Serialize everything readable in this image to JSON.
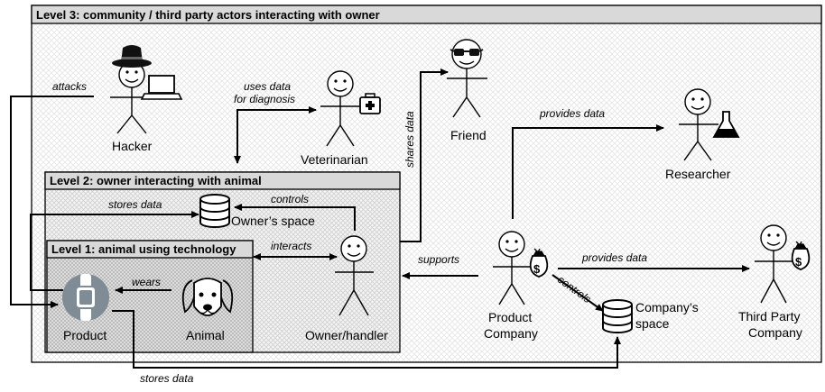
{
  "levels": {
    "level3": "Level 3: community / third party actors interacting with owner",
    "level2": "Level 2: owner interacting with animal",
    "level1": "Level 1: animal using technology"
  },
  "actors": {
    "hacker": "Hacker",
    "veterinarian": "Veterinarian",
    "friend": "Friend",
    "researcher": "Researcher",
    "owner_space": "Owner’s space",
    "owner_handler": "Owner/handler",
    "product": "Product",
    "animal": "Animal",
    "product_company_1": "Product",
    "product_company_2": "Company",
    "company_space_1": "Company’s",
    "company_space_2": "space",
    "third_party_1": "Third Party",
    "third_party_2": "Company"
  },
  "edges": {
    "attacks": "attacks",
    "uses_data_1": "uses data",
    "uses_data_2": "for diagnosis",
    "shares_data": "shares data",
    "provides_data_researcher": "provides data",
    "provides_data_third_party": "provides data",
    "stores_data_owner": "stores data",
    "controls_owner": "controls",
    "interacts": "interacts",
    "supports": "supports",
    "wears": "wears",
    "controls_company": "controls",
    "stores_data_company": "stores data"
  },
  "icons": {
    "dollar": "$",
    "plus": "+"
  },
  "colors": {
    "title_bar": "#d9d9d9",
    "hatch_level3": "#f2f2f2",
    "hatch_level2": "#dcdcdc",
    "hatch_level1": "#bfbfbf",
    "product_device": "#7f8b95",
    "stroke": "#000000"
  }
}
